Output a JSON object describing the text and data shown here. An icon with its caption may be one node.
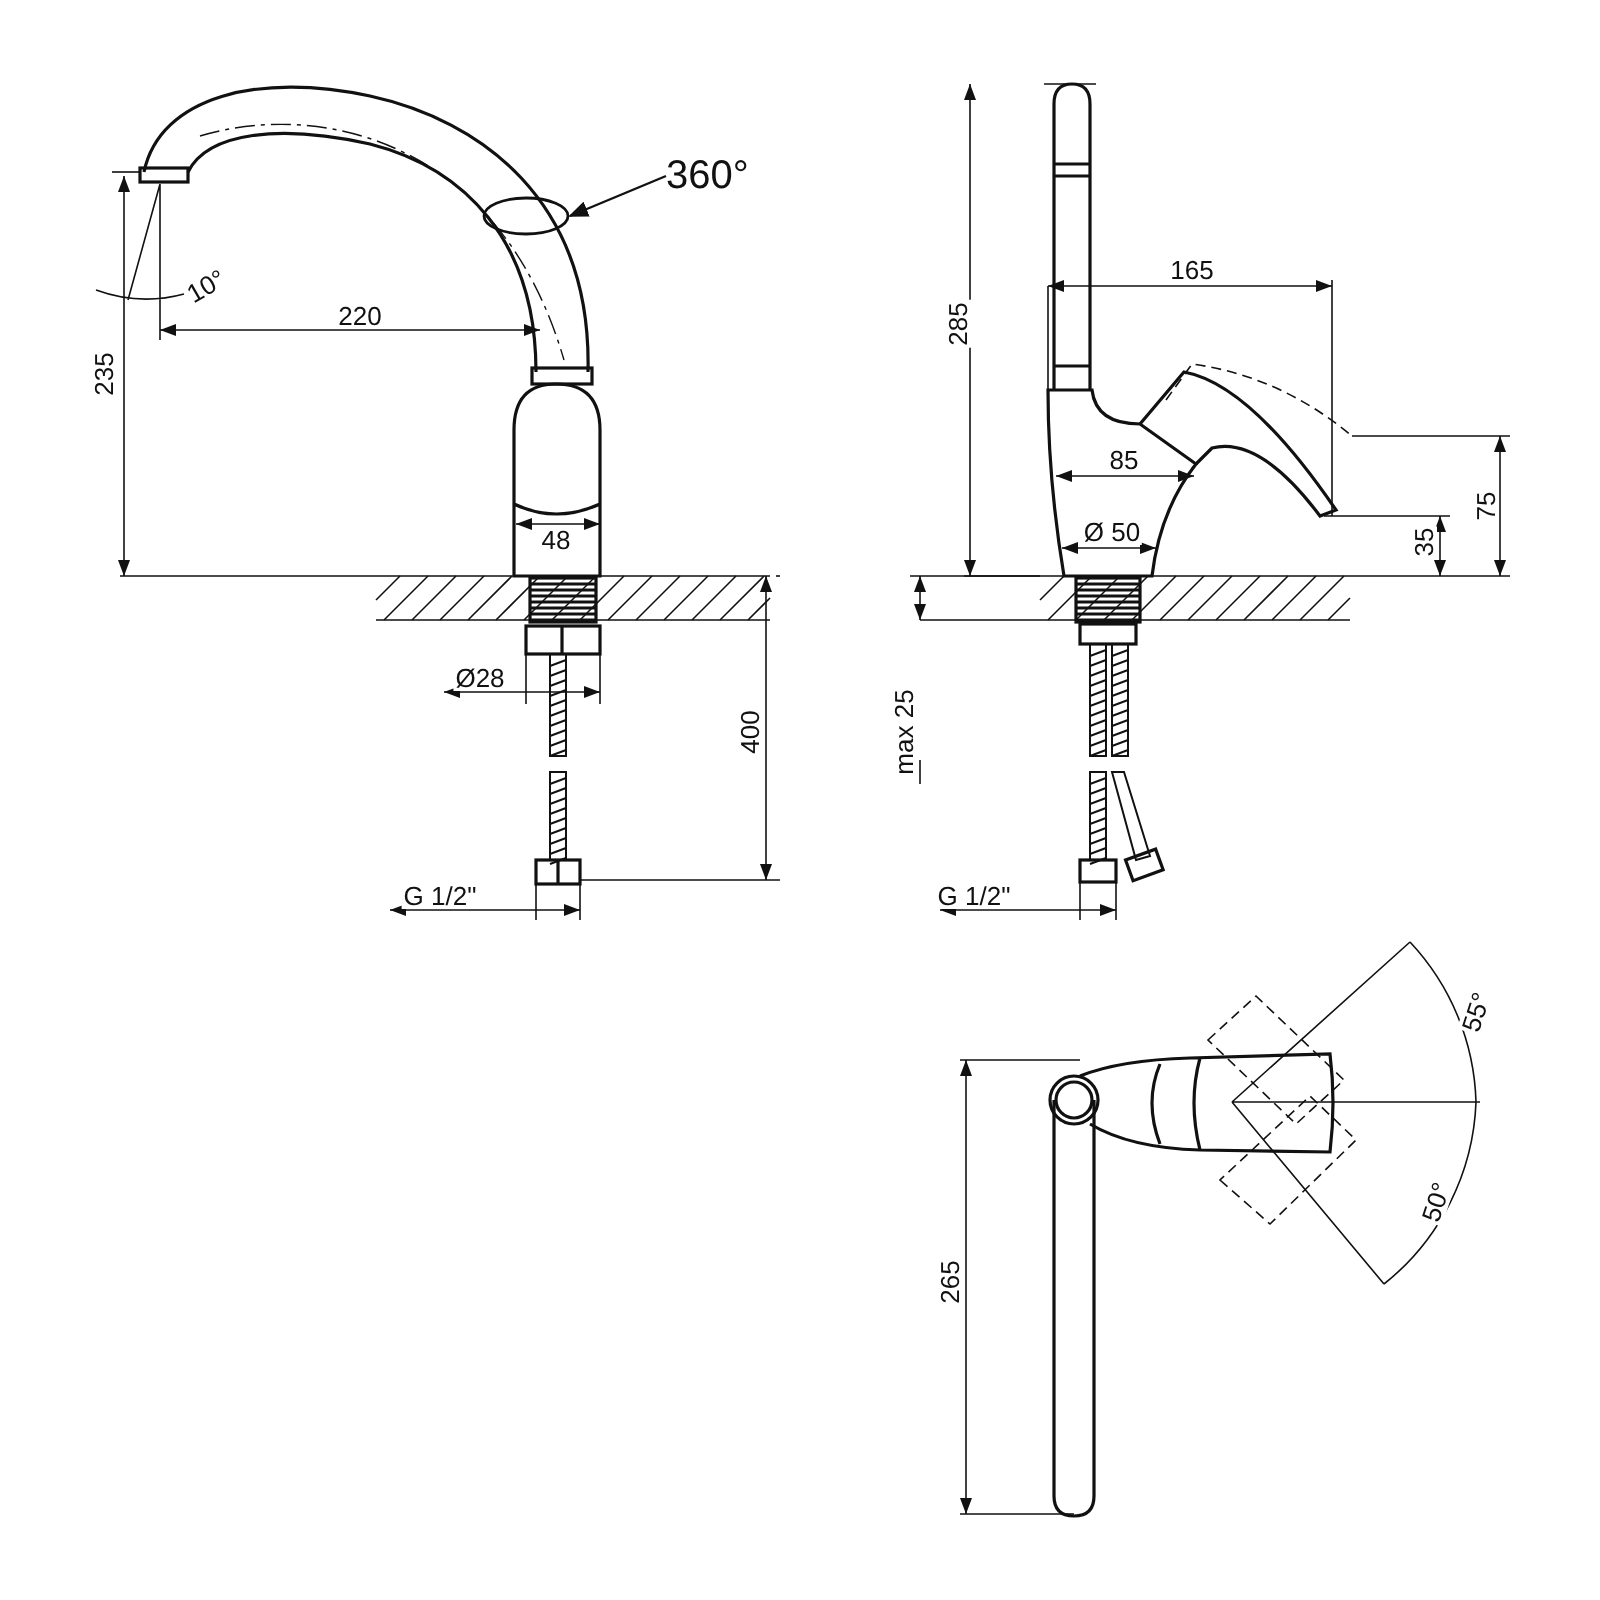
{
  "diagram": {
    "nodes": [
      {
        "text": [
          "360°"
        ]
      },
      {
        "text": [],
        "shape": "circle"
      }
    ],
    "edges": [
      {
        "from": 0,
        "to": 1,
        "arrow": "to"
      }
    ],
    "labels": [
      "10°",
      "220",
      "235",
      "48",
      "Ø28",
      "400",
      "G 1/2\"",
      "285",
      "165",
      "85",
      "Ø 50",
      "35",
      "75",
      "max 25",
      "G 1/2\"",
      "55°",
      "50°",
      "265"
    ]
  }
}
